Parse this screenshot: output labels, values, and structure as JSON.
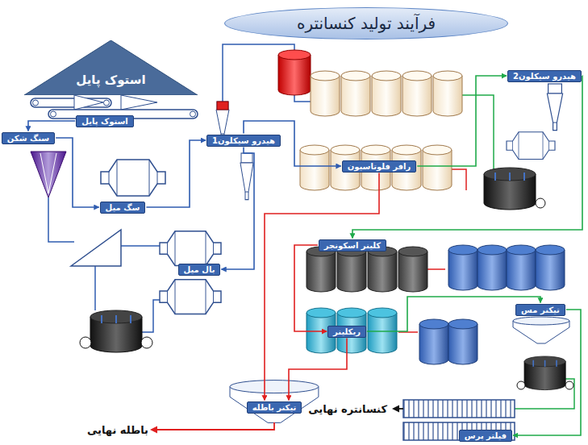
{
  "diagram": {
    "title": "فرآیند تولید کنسانتره",
    "nodes": [
      {
        "text": [
          "استوک پایل"
        ]
      },
      {
        "text": [
          "استوک پایل"
        ]
      },
      {
        "text": [
          "سنگ شکن"
        ]
      },
      {
        "text": [
          "سگ میل"
        ]
      },
      {
        "text": [
          "هیدرو سیکلون1"
        ]
      },
      {
        "text": [
          "رافر فلوتاسیون"
        ]
      },
      {
        "text": [
          "هیدرو سیکلون2"
        ]
      },
      {
        "text": [
          "بال میل"
        ]
      },
      {
        "text": [
          "کلینر اسکونجر"
        ]
      },
      {
        "text": [
          "ریکلینر"
        ]
      },
      {
        "text": [
          "تیکنر مس"
        ]
      },
      {
        "text": [
          "تیکنر باطله"
        ]
      },
      {
        "text": [
          "فیلتر پرس"
        ]
      }
    ],
    "edges": [
      {
        "from": 1,
        "to": 2,
        "arrow": "to"
      },
      {
        "from": 2,
        "to": 3,
        "arrow": "to"
      },
      {
        "from": 3,
        "to": 4,
        "arrow": "to"
      },
      {
        "from": 4,
        "to": 7,
        "arrow": "to"
      },
      {
        "from": 4,
        "to": 5,
        "arrow": "to"
      },
      {
        "from": 5,
        "to": 6,
        "arrow": "to"
      },
      {
        "from": 6,
        "to": 8,
        "arrow": "to"
      },
      {
        "from": 8,
        "to": 9,
        "arrow": "to"
      },
      {
        "from": 9,
        "to": 10,
        "arrow": "to"
      },
      {
        "from": 10,
        "to": 12,
        "arrow": "to"
      },
      {
        "from": 5,
        "to": 11,
        "arrow": "to"
      },
      {
        "from": 9,
        "to": 11,
        "arrow": "to"
      }
    ],
    "labels": [
      "کنسانتره نهایی",
      "باطله نهایی"
    ]
  }
}
